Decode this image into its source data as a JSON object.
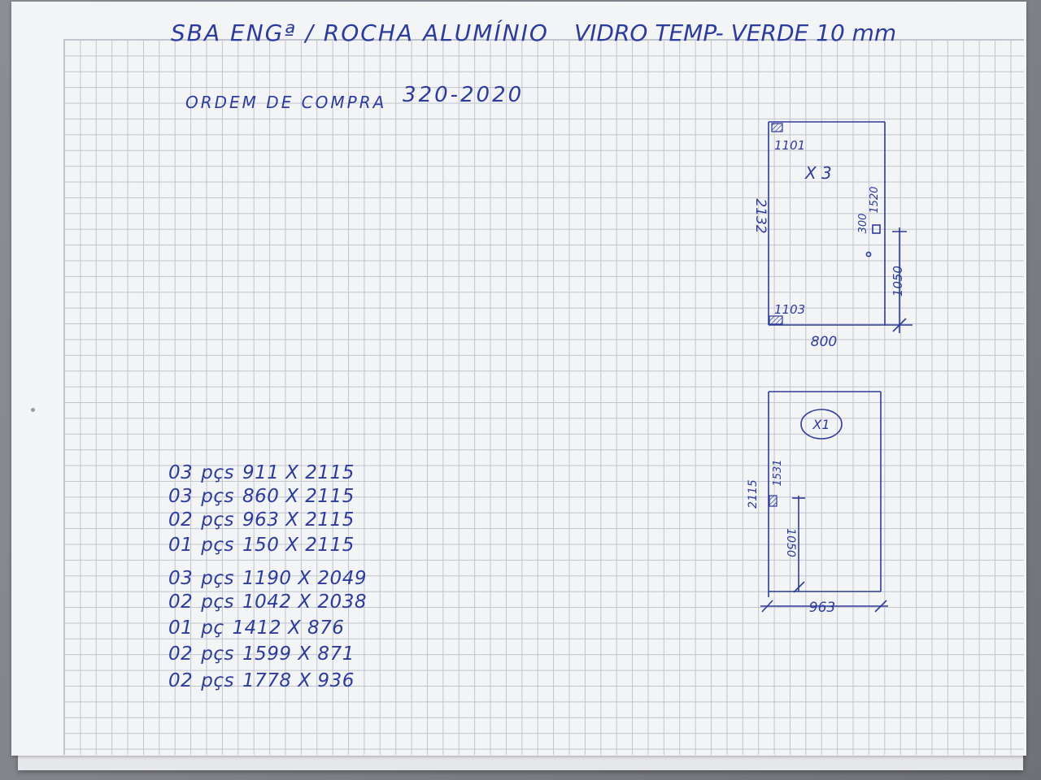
{
  "header": {
    "client": "SBA ENGª / ROCHA ALUMÍNIO",
    "material": "VIDRO TEMP- VERDE 10 mm"
  },
  "order": {
    "label": "ORDEM DE COMPRA",
    "number": "320-2020"
  },
  "drawing1": {
    "corner_top": "1101",
    "quantity": "X 3",
    "height": "2132",
    "handle_height": "1520",
    "hole": "300",
    "lock_height": "1050",
    "corner_bottom": "1103",
    "width": "800"
  },
  "drawing2": {
    "quantity": "X1",
    "handle_height": "1531",
    "height": "2115",
    "lock_height": "1050",
    "width": "963"
  },
  "items": [
    {
      "qty": "03",
      "unit": "pçs",
      "size": "911 X 2115"
    },
    {
      "qty": "03",
      "unit": "pçs",
      "size": "860 X 2115"
    },
    {
      "qty": "02",
      "unit": "pçs",
      "size": "963 X 2115"
    },
    {
      "qty": "01",
      "unit": "pçs",
      "size": "150 X 2115"
    },
    {
      "qty": "03",
      "unit": "pçs",
      "size": "1190 X 2049"
    },
    {
      "qty": "02",
      "unit": "pçs",
      "size": "1042 X 2038"
    },
    {
      "qty": "01",
      "unit": "pç",
      "size": "1412 X 876"
    },
    {
      "qty": "02",
      "unit": "pçs",
      "size": "1599 X 871"
    },
    {
      "qty": "02",
      "unit": "pçs",
      "size": "1778 X 936"
    }
  ],
  "colors": {
    "ink": "#2d3b9c",
    "paper": "#f3f4f6",
    "grid": "#bfc4cd",
    "table": "#83858c"
  }
}
